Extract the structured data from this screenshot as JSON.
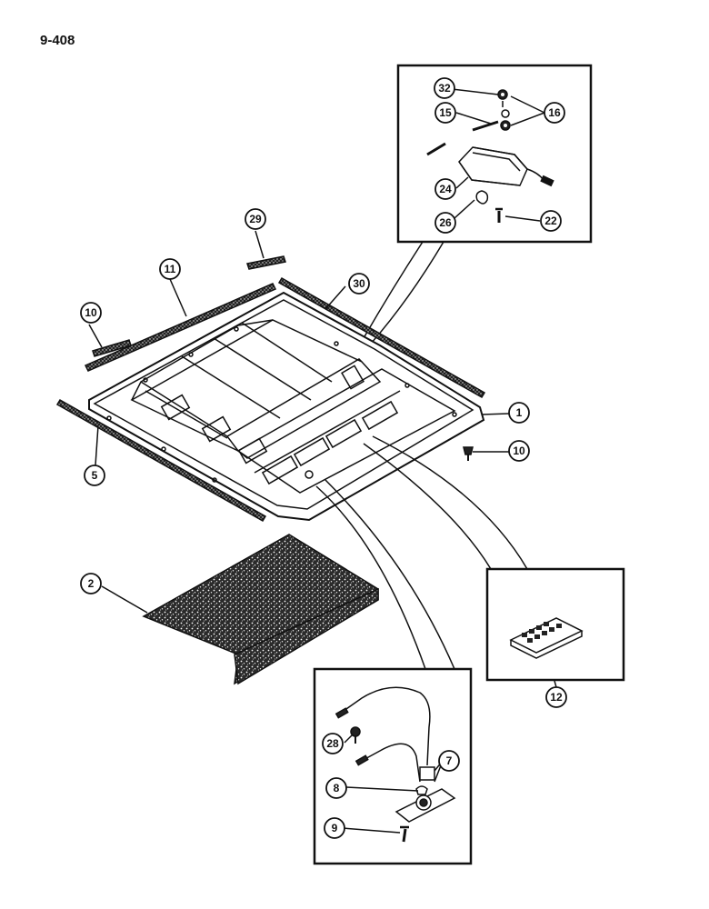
{
  "page_number": "9-408",
  "callouts": [
    "32",
    "16",
    "15",
    "24",
    "26",
    "22",
    "29",
    "11",
    "10",
    "30",
    "1",
    "5",
    "10",
    "2",
    "12",
    "28",
    "7",
    "8",
    "9"
  ],
  "colors": {
    "ink": "#111111",
    "paper": "#ffffff"
  }
}
